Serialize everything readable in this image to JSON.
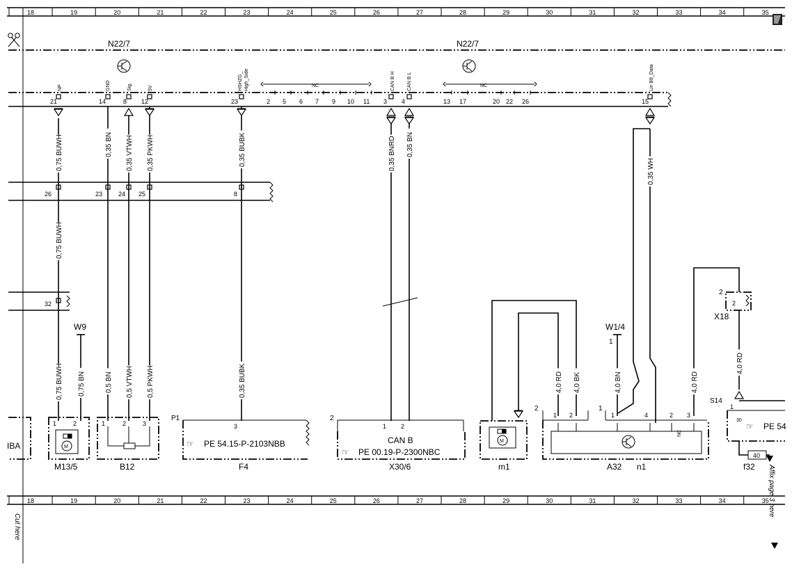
{
  "ruler": {
    "columns": [
      "18",
      "19",
      "20",
      "21",
      "22",
      "23",
      "24",
      "25",
      "26",
      "27",
      "28",
      "29",
      "30",
      "31",
      "32",
      "33",
      "34",
      "35"
    ]
  },
  "cut_here": "Cut here",
  "affix": "Affix page 3 here",
  "top_unit": {
    "label_left": "N22/7",
    "label_right": "N22/7"
  },
  "top_connector": {
    "pins": [
      "21",
      "14",
      "8",
      "12",
      "23",
      "2",
      "5",
      "6",
      "7",
      "9",
      "10",
      "11",
      "3",
      "4",
      "13",
      "17",
      "20",
      "22",
      "26",
      "15"
    ],
    "signals": {
      "np": "NP",
      "gnd": "GND",
      "sig": "Sig.",
      "v5": "5V",
      "hshzg": "HSHZG_",
      "high_side": "High_Side",
      "can_bh": "CAN B H",
      "can_bl": "CAN B L",
      "nc1": "NC",
      "nc2": "NC",
      "lin_b8": "Lin B8_Data"
    }
  },
  "wires_upper": {
    "w1": "0,75 BUWH",
    "w2": "0,35 BN",
    "w3": "0,35 VTWH",
    "w4": "0,35 PKWH",
    "w5": "0,35 BUBK",
    "w6": "0,35 BNRD",
    "w7": "0,35 BN",
    "w8": "0,35 WH"
  },
  "mid_connector": {
    "pins": [
      "26",
      "23",
      "24",
      "25",
      "8"
    ]
  },
  "wire_mid": "0,75 BUWH",
  "splice": {
    "pin": "32"
  },
  "w9": {
    "label": "W9"
  },
  "wires_lower": {
    "w1": "0,75 BUWH",
    "w2": "0,75 BN",
    "w3": "0,5 BN",
    "w4": "0,5 VTWH",
    "w5": "0,5 PKWH",
    "w6": "0,35 BUBK",
    "w7": "4,0 RD",
    "w8": "4,0 BK",
    "w9": "4,0 BN",
    "w10": "4,0 RD",
    "w11": "4,0 RD"
  },
  "components": {
    "iba": "IBA",
    "m13_5": "M13/5",
    "b12": "B12",
    "f4": "F4",
    "p1": "P1",
    "f4_ref": "PE 54.15-P-2103NBB",
    "x30_6": "X30/6",
    "can_b": "CAN B",
    "x30_ref": "PE 00.19-P-2300NBC",
    "m1": "m1",
    "a32": "A32",
    "n1": "n1",
    "w1_4": "W1/4",
    "x18": "X18",
    "s14": "S14",
    "f32": "f32",
    "fuse": "40",
    "s14_ref": "PE 54",
    "x18_pin": "2",
    "w14_pin": "1"
  },
  "pin_numbers": {
    "m13_1": "1",
    "m13_2": "2",
    "b12_1": "1",
    "b12_2": "2",
    "b12_3": "3",
    "f4_3": "3",
    "x30_1": "1",
    "x30_2": "2",
    "x30_num": "2",
    "a32_grp1": "2",
    "a32_grp2": "1",
    "a32_1": "1",
    "a32_2": "2",
    "n1_1": "1",
    "n1_4": "4",
    "n1_2": "2",
    "n1_3": "3",
    "n1_nc": "NC",
    "x18_2": "2",
    "s14_1": "1",
    "s14_30": "30"
  }
}
